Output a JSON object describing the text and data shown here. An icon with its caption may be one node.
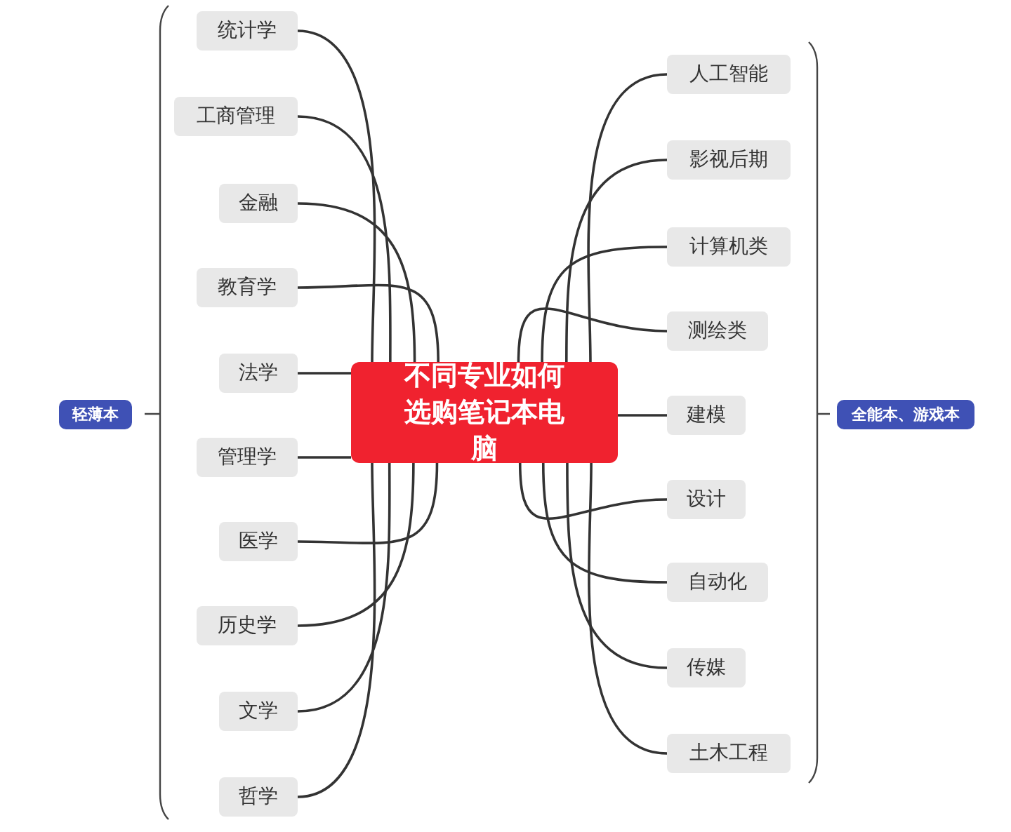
{
  "diagram": {
    "nodes": [
      {
        "text": [
          "不同专业如何选购笔记本电脑"
        ]
      },
      {
        "text": [
          "统计学"
        ]
      },
      {
        "text": [
          "工商管理"
        ]
      },
      {
        "text": [
          "金融"
        ]
      },
      {
        "text": [
          "教育学"
        ]
      },
      {
        "text": [
          "法学"
        ]
      },
      {
        "text": [
          "管理学"
        ]
      },
      {
        "text": [
          "医学"
        ]
      },
      {
        "text": [
          "历史学"
        ]
      },
      {
        "text": [
          "文学"
        ]
      },
      {
        "text": [
          "哲学"
        ]
      },
      {
        "text": [
          "人工智能"
        ]
      },
      {
        "text": [
          "影视后期"
        ]
      },
      {
        "text": [
          "计算机类"
        ]
      },
      {
        "text": [
          "测绘类"
        ]
      },
      {
        "text": [
          "建模"
        ]
      },
      {
        "text": [
          "设计"
        ]
      },
      {
        "text": [
          "自动化"
        ]
      },
      {
        "text": [
          "传媒"
        ]
      },
      {
        "text": [
          "土木工程"
        ]
      },
      {
        "text": [
          "轻薄本"
        ]
      },
      {
        "text": [
          "全能本、游戏本"
        ]
      }
    ],
    "edges": [
      {
        "from": 0,
        "to": 1,
        "arrow": "none"
      },
      {
        "from": 0,
        "to": 2,
        "arrow": "none"
      },
      {
        "from": 0,
        "to": 3,
        "arrow": "none"
      },
      {
        "from": 0,
        "to": 4,
        "arrow": "none"
      },
      {
        "from": 0,
        "to": 5,
        "arrow": "none"
      },
      {
        "from": 0,
        "to": 6,
        "arrow": "none"
      },
      {
        "from": 0,
        "to": 7,
        "arrow": "none"
      },
      {
        "from": 0,
        "to": 8,
        "arrow": "none"
      },
      {
        "from": 0,
        "to": 9,
        "arrow": "none"
      },
      {
        "from": 0,
        "to": 10,
        "arrow": "none"
      },
      {
        "from": 0,
        "to": 11,
        "arrow": "none"
      },
      {
        "from": 0,
        "to": 12,
        "arrow": "none"
      },
      {
        "from": 0,
        "to": 13,
        "arrow": "none"
      },
      {
        "from": 0,
        "to": 14,
        "arrow": "none"
      },
      {
        "from": 0,
        "to": 15,
        "arrow": "none"
      },
      {
        "from": 0,
        "to": 16,
        "arrow": "none"
      },
      {
        "from": 0,
        "to": 17,
        "arrow": "none"
      },
      {
        "from": 0,
        "to": 18,
        "arrow": "none"
      },
      {
        "from": 0,
        "to": 19,
        "arrow": "none"
      }
    ]
  }
}
